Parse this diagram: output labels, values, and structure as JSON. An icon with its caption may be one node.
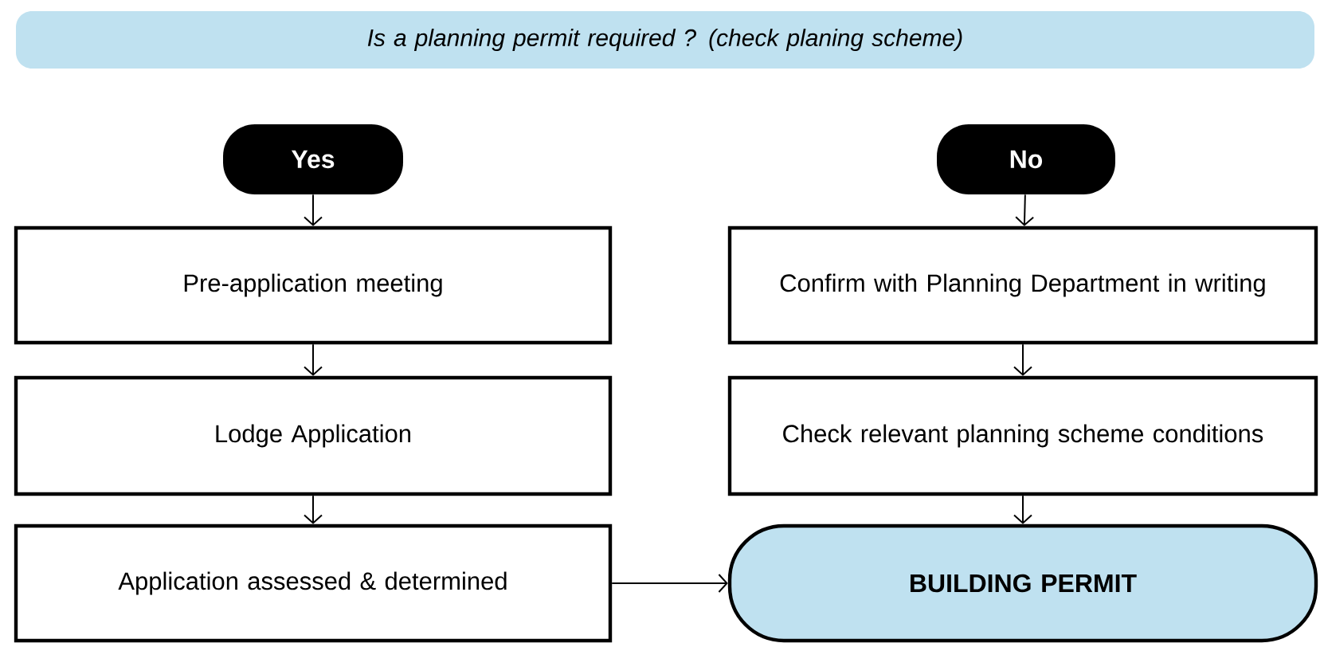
{
  "diagram": {
    "nodes": [
      {
        "text": [
          "*Is a planning permit required ? (check planing scheme)*"
        ]
      },
      {
        "text": [
          "Yes"
        ]
      },
      {
        "text": [
          "No"
        ]
      },
      {
        "text": [
          "Pre-application meeting"
        ]
      },
      {
        "text": [
          "Confirm with Planning Department in writing"
        ]
      },
      {
        "text": [
          "Lodge Application"
        ]
      },
      {
        "text": [
          "Check relevant planning scheme conditions"
        ]
      },
      {
        "text": [
          "Application assessed & determined"
        ]
      },
      {
        "text": [
          "BUILDING PERMIT"
        ]
      }
    ],
    "edges": [
      {
        "from": 1,
        "to": 3,
        "arrow": "to"
      },
      {
        "from": 3,
        "to": 5,
        "arrow": "to"
      },
      {
        "from": 5,
        "to": 7,
        "arrow": "to"
      },
      {
        "from": 7,
        "to": 8,
        "arrow": "to"
      },
      {
        "from": 2,
        "to": 4,
        "arrow": "to"
      },
      {
        "from": 4,
        "to": 6,
        "arrow": "to"
      },
      {
        "from": 6,
        "to": 8,
        "arrow": "to"
      }
    ]
  }
}
